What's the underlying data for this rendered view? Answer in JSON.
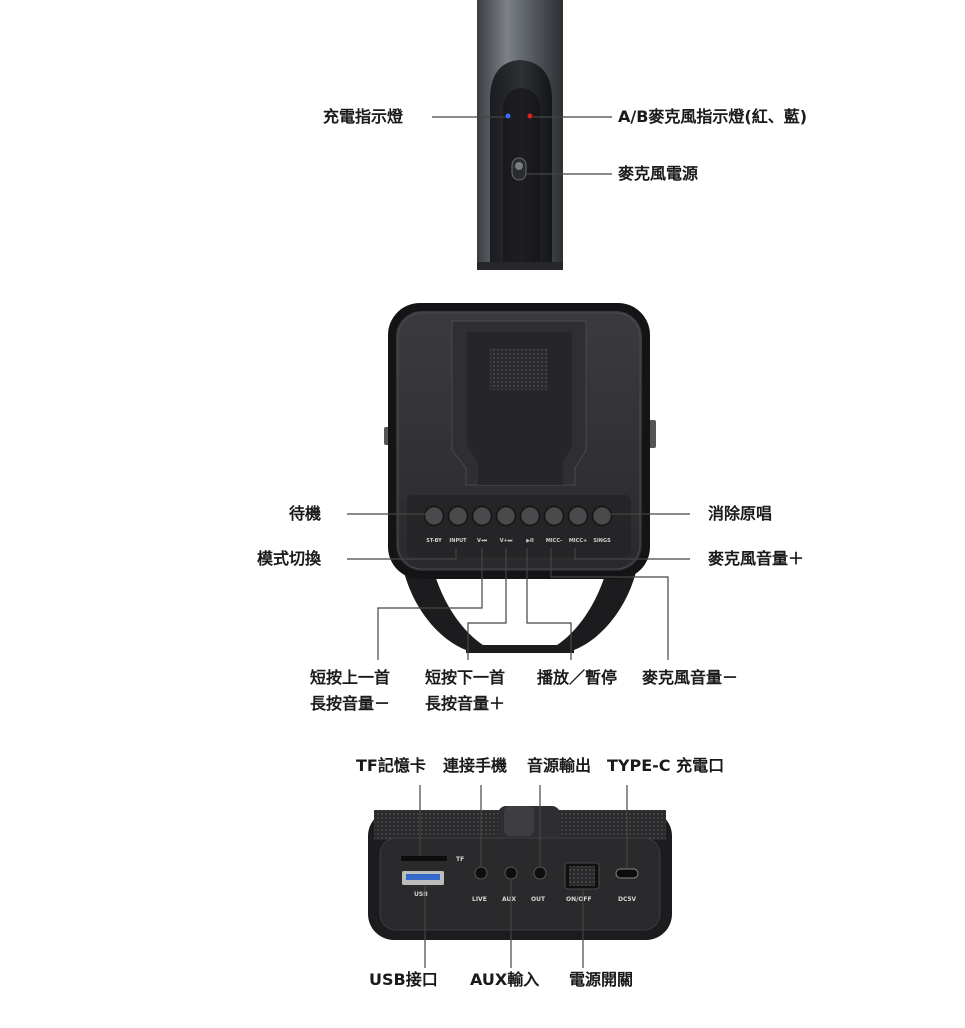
{
  "mic": {
    "label_left": "充電指示燈",
    "label_right_top": "A/B麥克風指示燈(紅、藍)",
    "label_right_bottom": "麥克風電源"
  },
  "speaker": {
    "label_standby": "待機",
    "label_mode": "模式切換",
    "label_vocal_remove": "消除原唱",
    "label_mic_vol_up": "麥克風音量＋",
    "label_prev_line1": "短按上一首",
    "label_prev_line2": "長按音量－",
    "label_next_line1": "短按下一首",
    "label_next_line2": "長按音量＋",
    "label_play": "播放／暫停",
    "label_mic_vol_down": "麥克風音量－",
    "buttons": [
      "ST-BY",
      "INPUT",
      "V-⏮",
      "V+⏭",
      "▶II",
      "MICC-",
      "MICC+",
      "SINGS"
    ]
  },
  "ports": {
    "label_tf": "TF記憶卡",
    "label_phone": "連接手機",
    "label_out": "音源輸出",
    "label_typec": "TYPE-C 充電口",
    "label_usb": "USB接口",
    "label_aux": "AUX輸入",
    "label_power": "電源開關",
    "marks": {
      "tf": "TF",
      "usb": "USB",
      "live": "LIVE",
      "aux": "AUX",
      "out": "OUT",
      "onoff": "ON/OFF",
      "dc5v": "DC5V"
    }
  }
}
